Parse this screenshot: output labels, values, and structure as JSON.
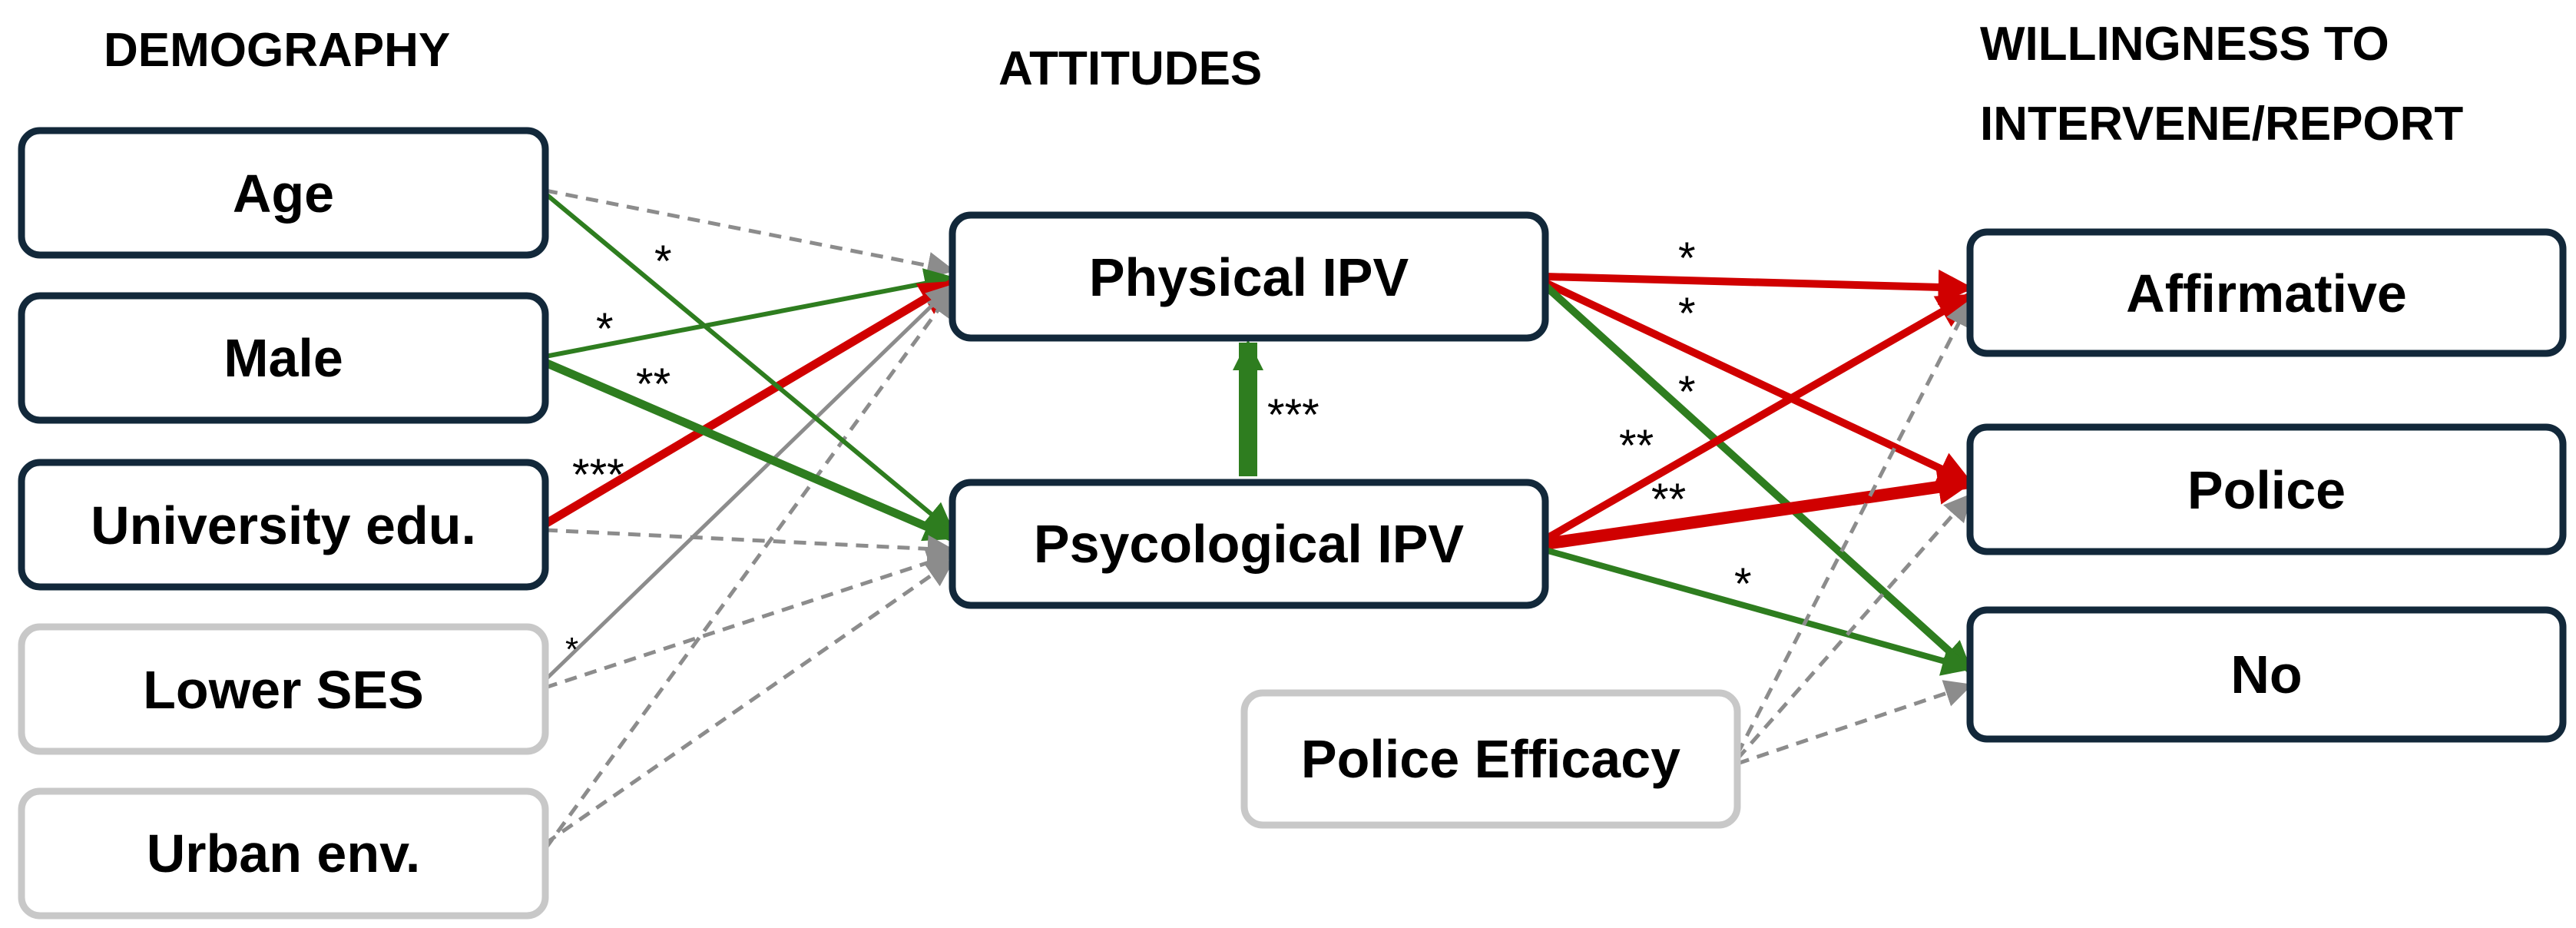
{
  "columns": {
    "demography": "DEMOGRAPHY",
    "attitudes": "ATTITUDES",
    "willingness_line1": "WILLINGNESS TO",
    "willingness_line2": "INTERVENE/REPORT"
  },
  "nodes": {
    "age": "Age",
    "male": "Male",
    "university_edu": "University edu.",
    "lower_ses": "Lower SES",
    "urban_env": "Urban env.",
    "physical_ipv": "Physical IPV",
    "psycological_ipv": "Psycological IPV",
    "police_efficacy": "Police Efficacy",
    "affirmative": "Affirmative",
    "police": "Police",
    "no": "No"
  },
  "colors": {
    "positive": "#2e7d1f",
    "negative": "#d00000",
    "nonsignificant": "#8c8c8c",
    "control_border": "#c8c8c8",
    "main_border": "#12283a"
  },
  "paths": [
    {
      "from": "age",
      "to": "physical_ipv",
      "effect": "nonsignificant",
      "sig": ""
    },
    {
      "from": "age",
      "to": "psycological_ipv",
      "effect": "positive",
      "sig": "*"
    },
    {
      "from": "male",
      "to": "physical_ipv",
      "effect": "positive",
      "sig": "*"
    },
    {
      "from": "male",
      "to": "psycological_ipv",
      "effect": "positive",
      "sig": "**"
    },
    {
      "from": "university_edu",
      "to": "physical_ipv",
      "effect": "negative",
      "sig": "***"
    },
    {
      "from": "university_edu",
      "to": "psycological_ipv",
      "effect": "nonsignificant",
      "sig": ""
    },
    {
      "from": "lower_ses",
      "to": "physical_ipv",
      "effect": "nonsignificant",
      "sig": "*"
    },
    {
      "from": "lower_ses",
      "to": "psycological_ipv",
      "effect": "nonsignificant",
      "sig": ""
    },
    {
      "from": "urban_env",
      "to": "physical_ipv",
      "effect": "nonsignificant",
      "sig": ""
    },
    {
      "from": "urban_env",
      "to": "psycological_ipv",
      "effect": "nonsignificant",
      "sig": ""
    },
    {
      "from": "psycological_ipv",
      "to": "physical_ipv",
      "effect": "positive",
      "sig": "***"
    },
    {
      "from": "physical_ipv",
      "to": "affirmative",
      "effect": "negative",
      "sig": "*"
    },
    {
      "from": "physical_ipv",
      "to": "police",
      "effect": "negative",
      "sig": "*"
    },
    {
      "from": "physical_ipv",
      "to": "no",
      "effect": "positive",
      "sig": "*"
    },
    {
      "from": "psycological_ipv",
      "to": "affirmative",
      "effect": "negative",
      "sig": "**"
    },
    {
      "from": "psycological_ipv",
      "to": "police",
      "effect": "negative",
      "sig": "**"
    },
    {
      "from": "psycological_ipv",
      "to": "no",
      "effect": "positive",
      "sig": "*"
    },
    {
      "from": "police_efficacy",
      "to": "affirmative",
      "effect": "nonsignificant",
      "sig": ""
    },
    {
      "from": "police_efficacy",
      "to": "police",
      "effect": "nonsignificant",
      "sig": ""
    },
    {
      "from": "police_efficacy",
      "to": "no",
      "effect": "nonsignificant",
      "sig": ""
    }
  ]
}
